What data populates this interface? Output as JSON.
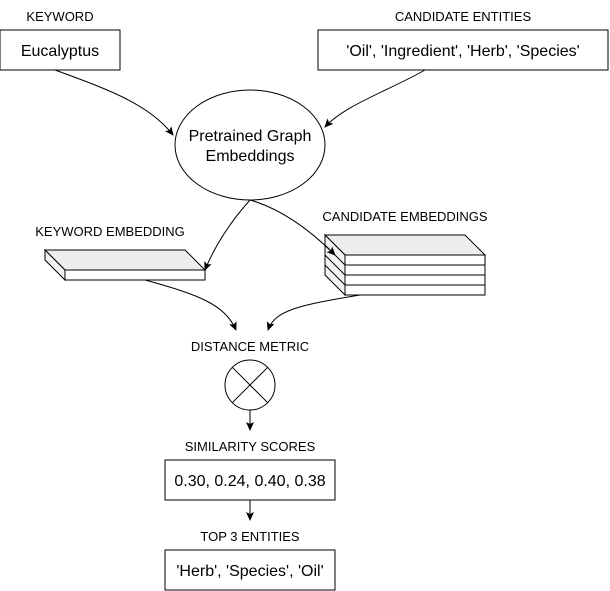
{
  "labels": {
    "keyword": "KEYWORD",
    "candidate_entities": "CANDIDATE ENTITIES",
    "keyword_embedding": "KEYWORD EMBEDDING",
    "candidate_embeddings": "CANDIDATE EMBEDDINGS",
    "distance_metric": "DISTANCE METRIC",
    "similarity_scores": "SIMILARITY SCORES",
    "top_entities": "TOP 3 ENTITIES"
  },
  "boxes": {
    "keyword": "Eucalyptus",
    "candidates": "'Oil', 'Ingredient', 'Herb', 'Species'",
    "scores": "0.30, 0.24, 0.40, 0.38",
    "top": "'Herb', 'Species', 'Oil'"
  },
  "model": {
    "line1": "Pretrained Graph",
    "line2": "Embeddings"
  }
}
